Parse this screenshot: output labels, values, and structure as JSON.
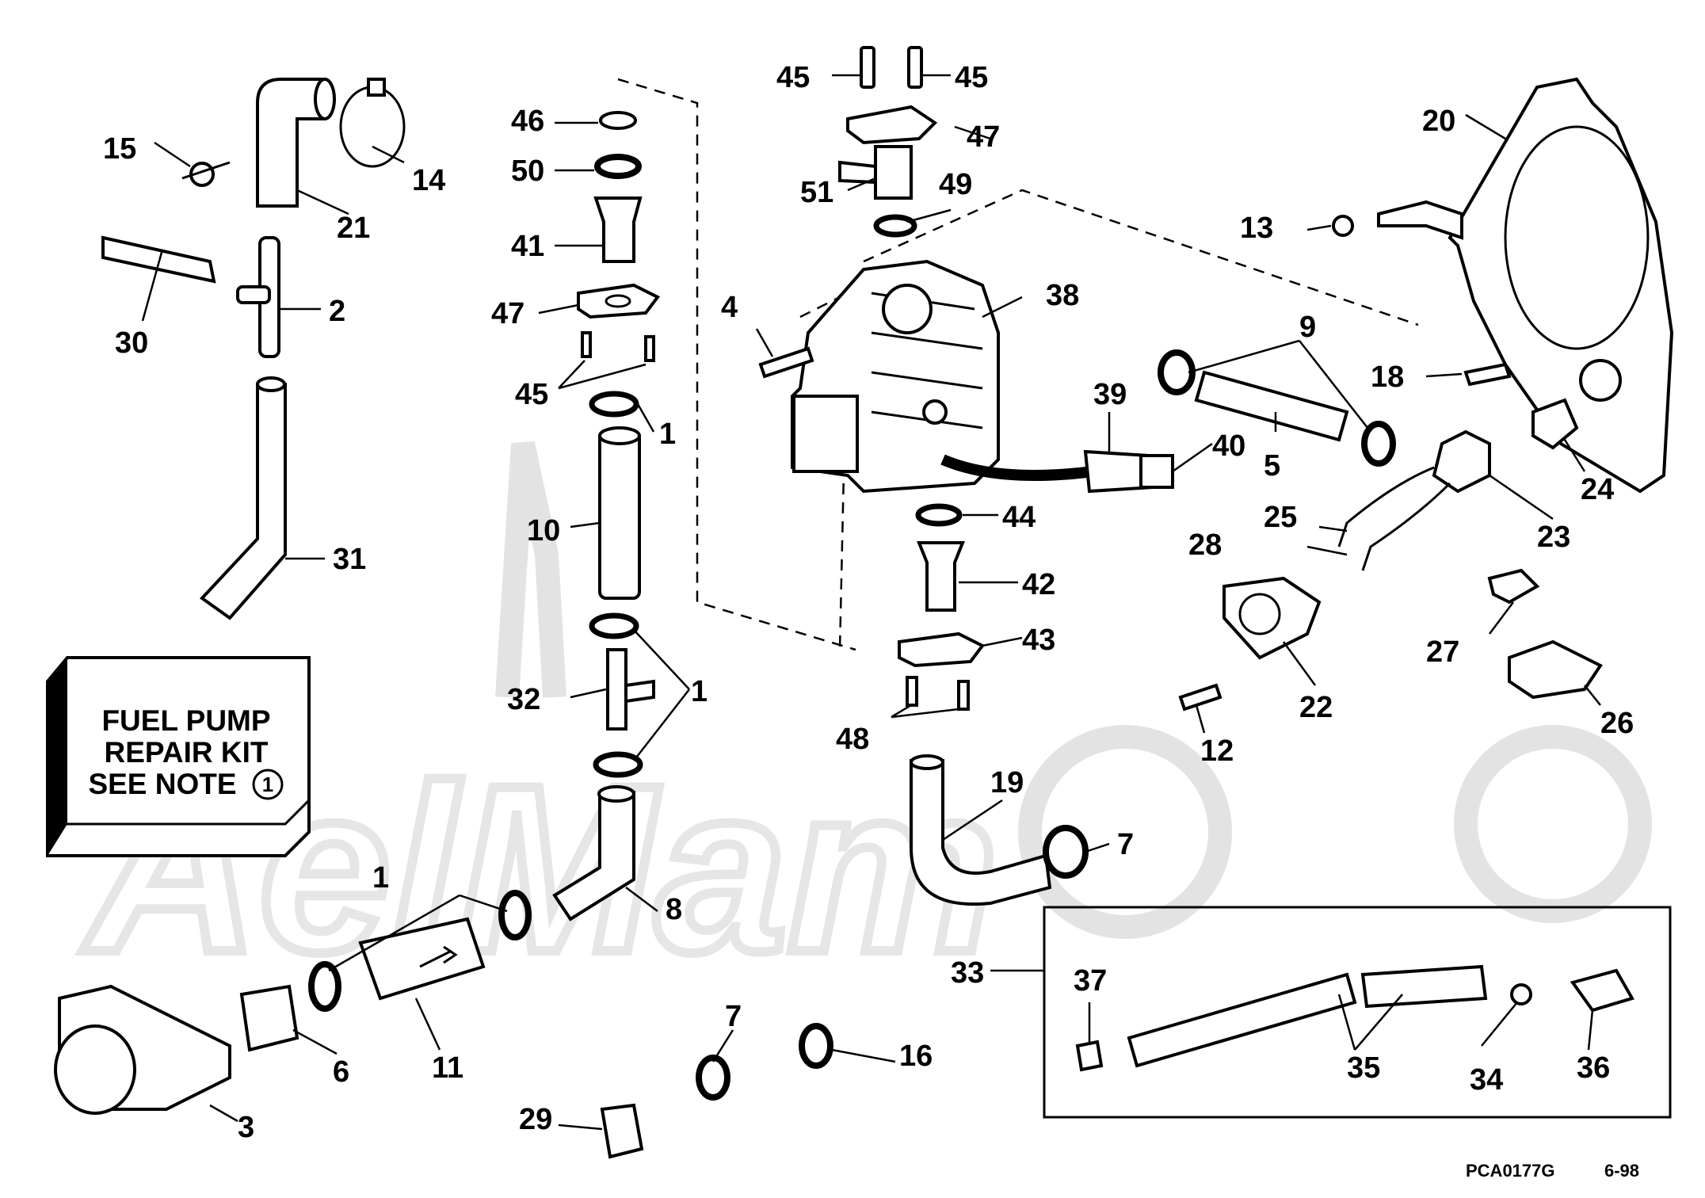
{
  "labels": {
    "l1a": "1",
    "l1b": "1",
    "l1c": "1",
    "l2": "2",
    "l3": "3",
    "l4": "4",
    "l5": "5",
    "l6": "6",
    "l7a": "7",
    "l7b": "7",
    "l8": "8",
    "l9": "9",
    "l10": "10",
    "l11": "11",
    "l12": "12",
    "l13": "13",
    "l14": "14",
    "l15": "15",
    "l16": "16",
    "l18": "18",
    "l19": "19",
    "l20": "20",
    "l21": "21",
    "l22": "22",
    "l23": "23",
    "l24": "24",
    "l25": "25",
    "l26": "26",
    "l27": "27",
    "l28": "28",
    "l29": "29",
    "l30": "30",
    "l31": "31",
    "l32": "32",
    "l33": "33",
    "l34": "34",
    "l35": "35",
    "l36": "36",
    "l37": "37",
    "l38": "38",
    "l39": "39",
    "l40": "40",
    "l41": "41",
    "l42": "42",
    "l43": "43",
    "l44": "44",
    "l45a": "45",
    "l45b": "45",
    "l45c": "45",
    "l46": "46",
    "l47a": "47",
    "l47b": "47",
    "l48": "48",
    "l49": "49",
    "l50": "50",
    "l51": "51"
  },
  "kit": {
    "line1": "FUEL PUMP",
    "line2": "REPAIR KIT",
    "line3": "SEE NOTE",
    "note_number": "1"
  },
  "footer": {
    "code": "PCA0177G",
    "date": "6-98"
  },
  "colors": {
    "ink": "#000000",
    "background": "#ffffff",
    "watermark": "#e3e3e3"
  }
}
